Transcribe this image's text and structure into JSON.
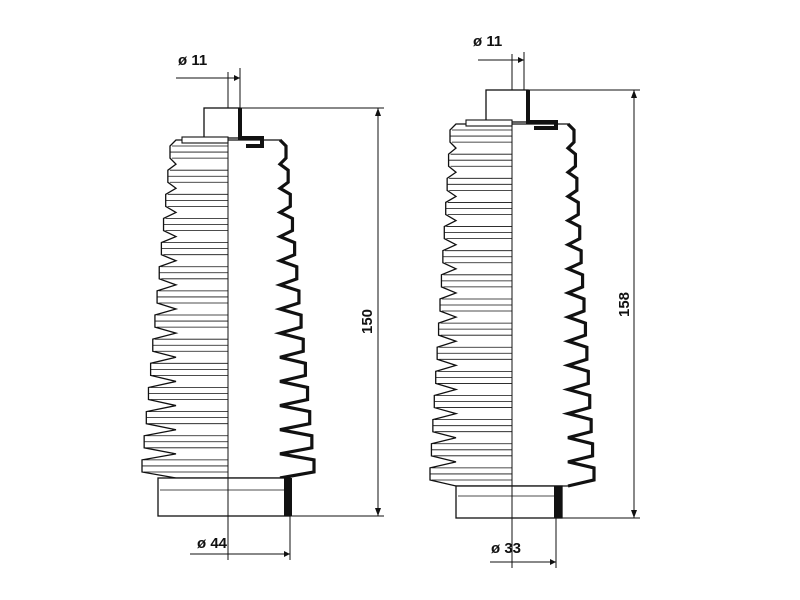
{
  "colors": {
    "line": "#111111",
    "fill": "#ffffff"
  },
  "boots": [
    {
      "id": "left",
      "small_diameter_label": "ø 11",
      "large_diameter_label": "ø 44",
      "length_label": "150"
    },
    {
      "id": "right",
      "small_diameter_label": "ø 11",
      "large_diameter_label": "ø 33",
      "length_label": "158"
    }
  ]
}
